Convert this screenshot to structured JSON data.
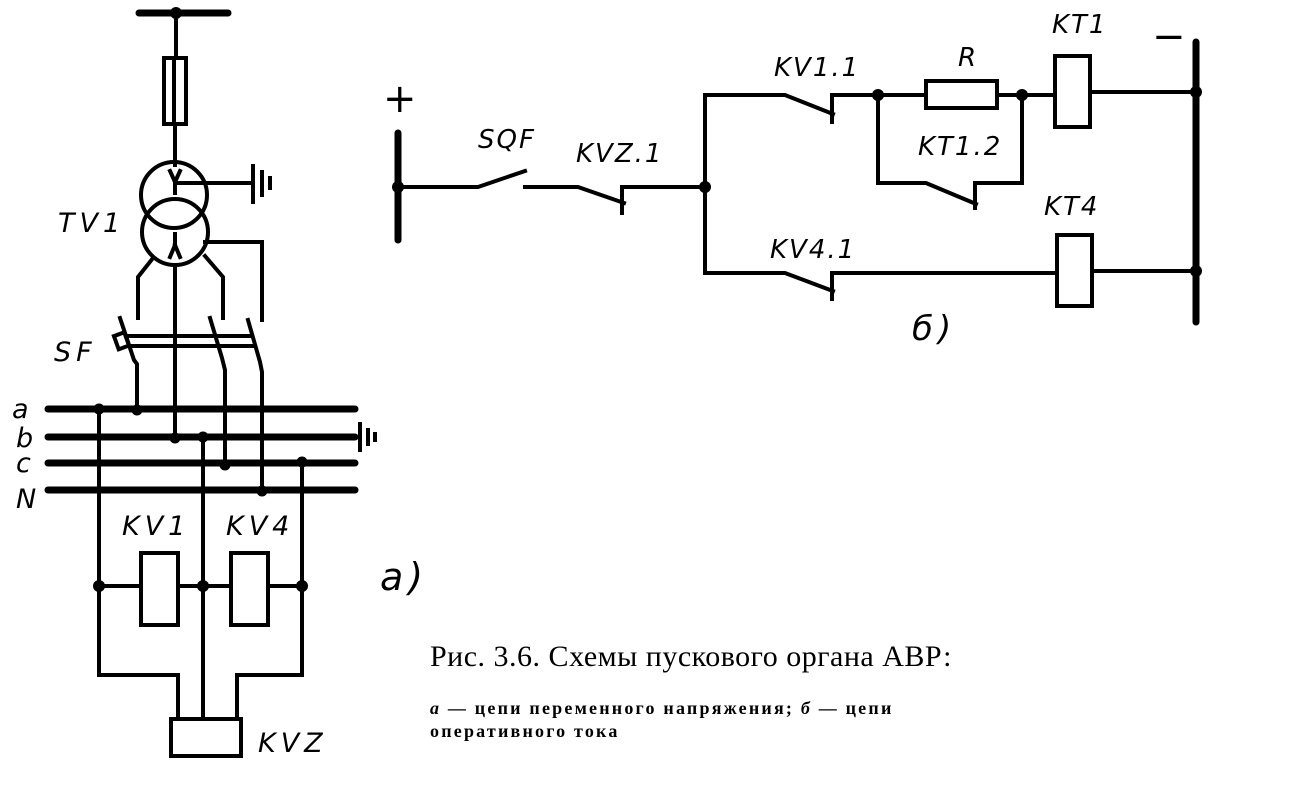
{
  "figure": {
    "caption_title": "Рис. 3.6. Схемы пускового органа АВР:",
    "caption_a_marker": "а",
    "caption_a_text": " — цепи переменного напряжения; ",
    "caption_b_marker": "б",
    "caption_b_text": " — цепи оперативного тока"
  },
  "diagram_a": {
    "panel_label": "а)",
    "transformer_label": "TV1",
    "breaker_label": "SF",
    "bus_labels": [
      "a",
      "b",
      "c",
      "N"
    ],
    "relay_labels": [
      "KV1",
      "KV4"
    ],
    "output_relay_label": "KVZ"
  },
  "diagram_b": {
    "panel_label": "б)",
    "plus_sign": "+",
    "minus_sign": "−",
    "switch_label": "SQF",
    "contact_kvz": "KVZ.1",
    "contact_kv1": "KV1.1",
    "contact_kv4": "KV4.1",
    "resistor_label": "R",
    "timer_contact": "KT1.2",
    "timer_kt1": "KT1",
    "timer_kt4": "KT4"
  }
}
